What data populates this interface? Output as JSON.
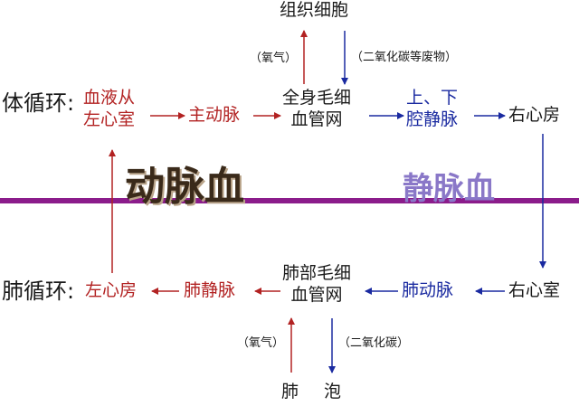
{
  "colors": {
    "artery": "#b22222",
    "vein": "#1a2aa0",
    "divider": "#8b1c8b"
  },
  "top": {
    "cells": "组织细胞",
    "o2_up": "（氧气）",
    "co2_down": "（二氧化碳等废物）"
  },
  "systemic": {
    "label": "体循环:",
    "left_ventricle_1": "血液从",
    "left_ventricle_2": "左心室",
    "aorta": "主动脉",
    "body_capillary_1": "全身毛细",
    "body_capillary_2": "血管网",
    "vena_cava_1": "上、下",
    "vena_cava_2": "腔静脉",
    "right_atrium": "右心房"
  },
  "blood": {
    "arterial": "动脉血",
    "venous": "静脉血"
  },
  "pulmonary": {
    "label": "肺循环:",
    "left_atrium": "左心房",
    "pulmonary_vein": "肺静脉",
    "lung_capillary_1": "肺部毛细",
    "lung_capillary_2": "血管网",
    "pulmonary_artery": "肺动脉",
    "right_ventricle": "右心室"
  },
  "bottom": {
    "o2_up": "（氧气）",
    "co2_down": "（二氧化碳）",
    "alveolus_1": "肺",
    "alveolus_2": "泡"
  }
}
